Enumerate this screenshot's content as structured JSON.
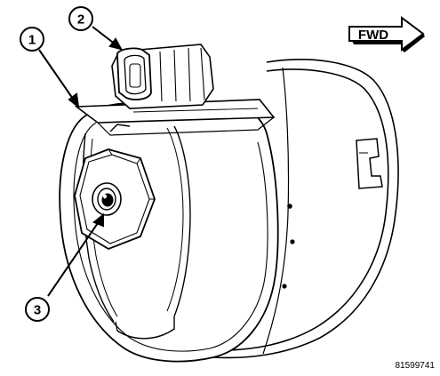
{
  "callouts": [
    {
      "number": "1"
    },
    {
      "number": "2"
    },
    {
      "number": "3"
    }
  ],
  "fwd_label": "FWD",
  "figure_number": "81599741",
  "colors": {
    "ink": "#000000",
    "paper": "#ffffff"
  }
}
